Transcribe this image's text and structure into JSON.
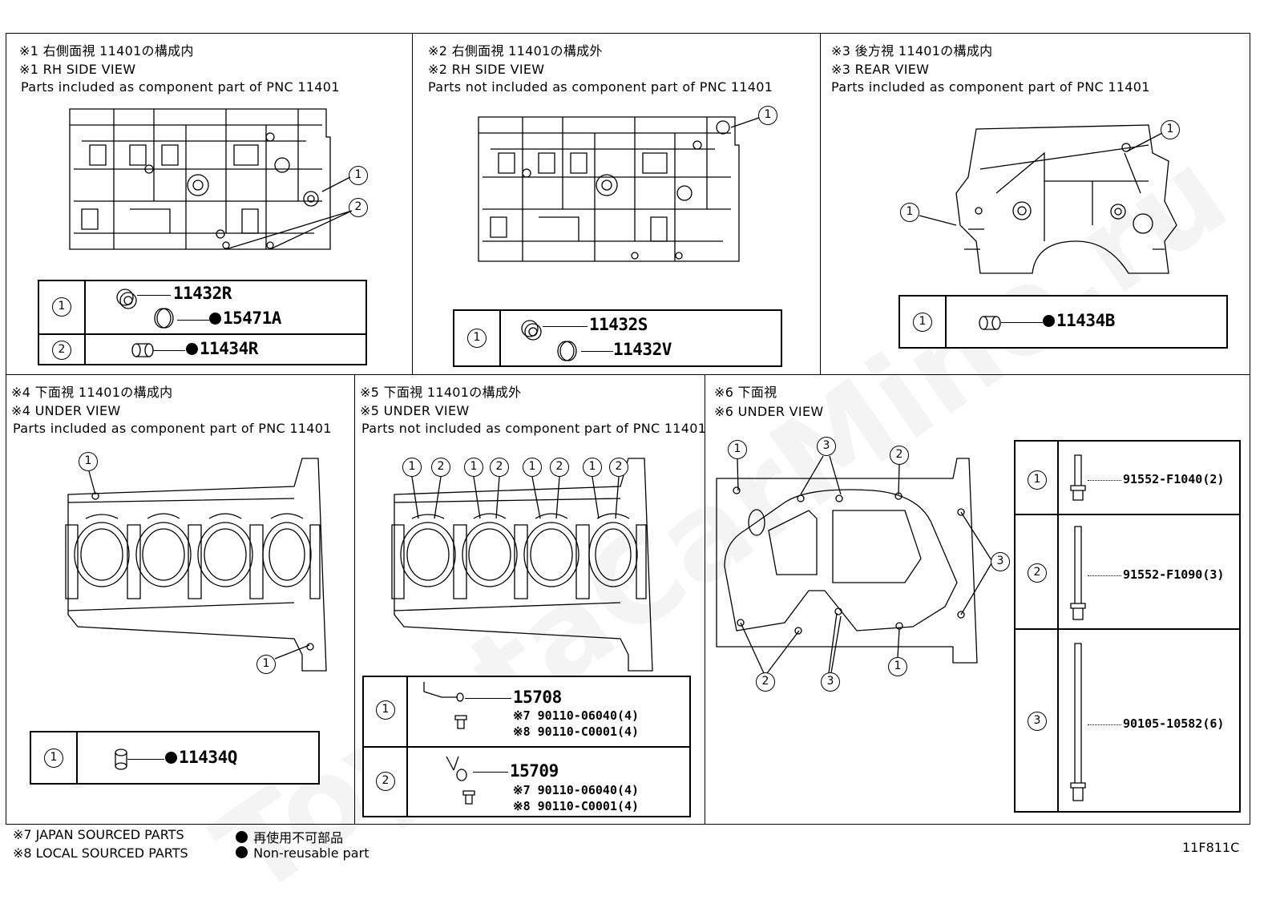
{
  "panels": {
    "p1": {
      "title_jp": "※1 右側面視 11401の構成内",
      "title_en": "※1 RH SIDE VIEW",
      "desc": "Parts included as component part of PNC 11401"
    },
    "p2": {
      "title_jp": "※2 右側面視 11401の構成外",
      "title_en": "※2 RH SIDE VIEW",
      "desc": "Parts not included as component part of PNC 11401"
    },
    "p3": {
      "title_jp": "※3 後方視 11401の構成内",
      "title_en": "※3 REAR VIEW",
      "desc": "Parts included as component part of PNC 11401"
    },
    "p4": {
      "title_jp": "※4 下面視 11401の構成内",
      "title_en": "※4 UNDER VIEW",
      "desc": "Parts included as component part of PNC 11401"
    },
    "p5": {
      "title_jp": "※5 下面視 11401の構成外",
      "title_en": "※5 UNDER VIEW",
      "desc": "Parts not included as component part of PNC 11401"
    },
    "p6": {
      "title_jp": "※6 下面視",
      "title_en": "※6 UNDER VIEW"
    }
  },
  "callouts": {
    "n1": "1",
    "n2": "2",
    "n3": "3"
  },
  "parts": {
    "p1_r1_a": "11432R",
    "p1_r1_b": "15471A",
    "p1_r2": "11434R",
    "p2_r1_a": "11432S",
    "p2_r1_b": "11432V",
    "p3_r1": "11434B",
    "p4_r1": "11434Q",
    "p5_r1": "15708",
    "p5_r1_s1": "※7 90110-06040(4)",
    "p5_r1_s2": "※8 90110-C0001(4)",
    "p5_r2": "15709",
    "p5_r2_s1": "※7 90110-06040(4)",
    "p5_r2_s2": "※8 90110-C0001(4)",
    "p6_r1": "91552-F1040(2)",
    "p6_r2": "91552-F1090(3)",
    "p6_r3": "90105-10582(6)"
  },
  "legend": {
    "japan": "※7 JAPAN SOURCED PARTS",
    "local": "※8 LOCAL SOURCED PARTS",
    "nonreuse_jp": "再使用不可部品",
    "nonreuse_en": "Non-reusable part"
  },
  "diagram_id": "11F811C",
  "watermark": "ToyotaCarMine.ru"
}
